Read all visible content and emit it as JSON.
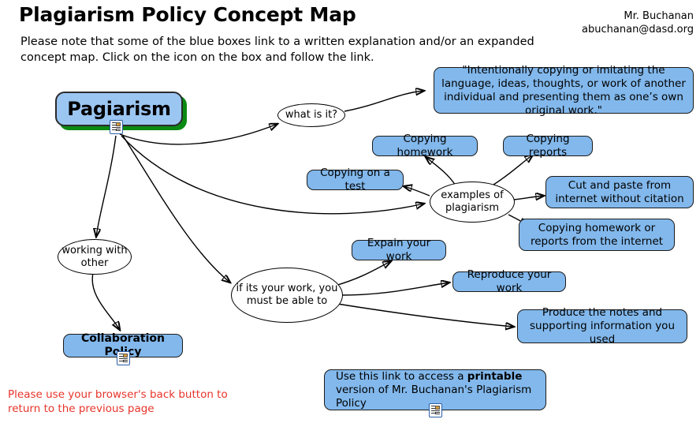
{
  "header": {
    "title": "Plagiarism Policy Concept Map",
    "intro": "Please note that some of the blue boxes link to a written explanation and/or an expanded concept map. Click on the icon on the box and follow the link.",
    "author_name": "Mr. Buchanan",
    "author_email": "abuchanan@dasd.org"
  },
  "footer": {
    "note": "Please use your browser's back button to return to the previous page",
    "color": "#e8342a"
  },
  "colors": {
    "box_fill": "#82b8ec",
    "root_fill": "#9cc6f2",
    "root_shadow": "#0b8a13",
    "stroke": "#000000",
    "ellipse_fill": "#ffffff"
  },
  "nodes": {
    "root": {
      "label": "Pagiarism",
      "shape": "rounded-box",
      "has_link_icon": true
    },
    "what_is_it": {
      "label": "what is it?",
      "shape": "ellipse"
    },
    "definition": {
      "label": "\"Intentionally copying or imitating the language, ideas, thoughts, or work of another individual and presenting them as one’s own original work.\"",
      "shape": "rounded-box"
    },
    "examples": {
      "label": "examples of plagiarism",
      "shape": "ellipse"
    },
    "copying_homework": {
      "label": "Copying homework",
      "shape": "rounded-box"
    },
    "copying_reports": {
      "label": "Copying reports",
      "shape": "rounded-box"
    },
    "copying_on_a_test": {
      "label": "Copying on a test",
      "shape": "rounded-box"
    },
    "cut_and_paste": {
      "label": "Cut and paste from internet without citation",
      "shape": "rounded-box"
    },
    "homework_from_internet": {
      "label": "Copying homework or reports from the internet",
      "shape": "rounded-box"
    },
    "working_with_other": {
      "label": "working with other",
      "shape": "ellipse"
    },
    "collaboration_policy": {
      "label": "Collaboration Policy",
      "shape": "rounded-box",
      "has_link_icon": true
    },
    "if_its_your_work": {
      "label": "if its your work, you must be able to",
      "shape": "ellipse"
    },
    "explain_your_work": {
      "label": "Expain your work",
      "shape": "rounded-box"
    },
    "reproduce_your_work": {
      "label": "Reproduce your work",
      "shape": "rounded-box"
    },
    "produce_the_notes": {
      "label": "Produce the notes and supporting information you used",
      "shape": "rounded-box"
    },
    "printable_link": {
      "label_part1": "Use this link to access a ",
      "label_bold": "printable",
      "label_part2": " version of Mr. Buchanan's Plagiarism Policy",
      "shape": "rounded-box",
      "has_link_icon": true
    }
  },
  "icons": {
    "document_link": "document-link-icon"
  }
}
